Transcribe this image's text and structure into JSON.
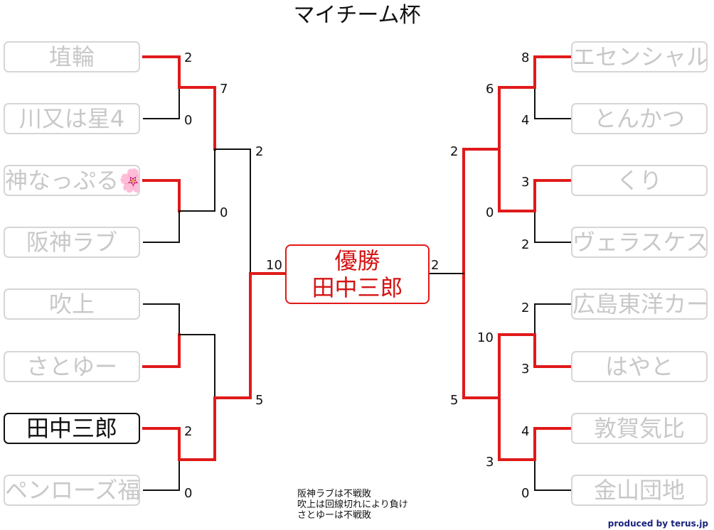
{
  "title": "マイチーム杯",
  "left_teams": [
    "埴輪",
    "川又は星4",
    "神なっぷる🌸",
    "阪神ラブ",
    "吹上",
    "さとゆー",
    "田中三郎",
    "ペンローズ福田"
  ],
  "right_teams": [
    "エセンシャル",
    "とんかつ",
    "くり",
    "ヴェラスケス",
    "広島東洋カープ",
    "はやと",
    "敦賀気比",
    "金山団地"
  ],
  "left_r1_scores": [
    "2",
    "0",
    "",
    "",
    "",
    "",
    "2",
    "0"
  ],
  "left_r2_scores": [
    "7",
    "0",
    "",
    ""
  ],
  "left_r3_scores": [
    "2",
    "5"
  ],
  "right_r1_scores": [
    "8",
    "4",
    "3",
    "2",
    "2",
    "3",
    "4",
    "0"
  ],
  "right_r2_scores": [
    "6",
    "0",
    "10",
    "3"
  ],
  "right_r3_scores": [
    "2",
    "5"
  ],
  "final_left_score": "10",
  "final_right_score": "2",
  "winner": {
    "heading": "優勝",
    "name": "田中三郎"
  },
  "notes": [
    "阪神ラブは不戦敗",
    "吹上は回線切れにより負け",
    "さとゆーは不戦敗"
  ],
  "credit": "produced by terus.jp",
  "colors": {
    "winner_line": "#e01a1a",
    "loser_line": "#111111",
    "box_border": "#d6d6d6"
  }
}
